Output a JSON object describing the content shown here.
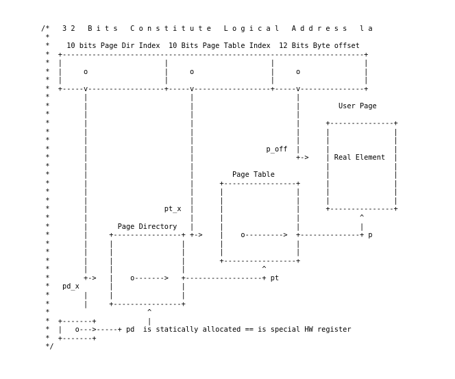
{
  "diagram": {
    "lines": [
      "/*   3 2   B i t s   C o n s t i t u t e   L o g i c a l   A d d r e s s   l a",
      " *",
      " *    10 bits Page Dir Index  10 Bits Page Table Index  12 Bits Byte offset",
      " *  +-----------------------------------------------------------------------+",
      " *  |                        |                        |                     |",
      " *  |     o                  |     o                  |     o               |",
      " *  |                        |                        |                     |",
      " *  +-----v------------------+-----v------------------+-----v---------------+",
      " *        |                        |                        |",
      " *        |                        |                        |         User Page",
      " *        |                        |                        |",
      " *        |                        |                        |      +---------------+",
      " *        |                        |                        |      |               |",
      " *        |                        |                        |      |               |",
      " *        |                        |                 p_off  |      |               |",
      " *        |                        |                        +->    | Real Element  |",
      " *        |                        |                               |               |",
      " *        |                        |         Page Table            |               |",
      " *        |                        |      +-----------------+      |               |",
      " *        |                        |      |                 |      |               |",
      " *        |                        |      |                 |      |               |",
      " *        |                  pt_x  |      |                 |      +---------------+",
      " *        |                        |      |                 |              ^",
      " *        |       Page Directory   |      |                 |              |",
      " *        |     +----------------+ +->    |    o--------->  +--------------+ p",
      " *        |     |                |        |                 |",
      " *        |     |                |        |                 |",
      " *        |     |                |        +-----------------+",
      " *        |     |                |                  ^",
      " *        +->   |    o------->   +------------------+ pt",
      " *   pd_x       |                |",
      " *        |     |                |",
      " *        |     +----------------+",
      " *                       ^",
      " *  +-------+            |",
      " *  |   o--->-----+ pd  is statically allocated == is special HW register",
      " *  +-------+",
      " */"
    ]
  }
}
